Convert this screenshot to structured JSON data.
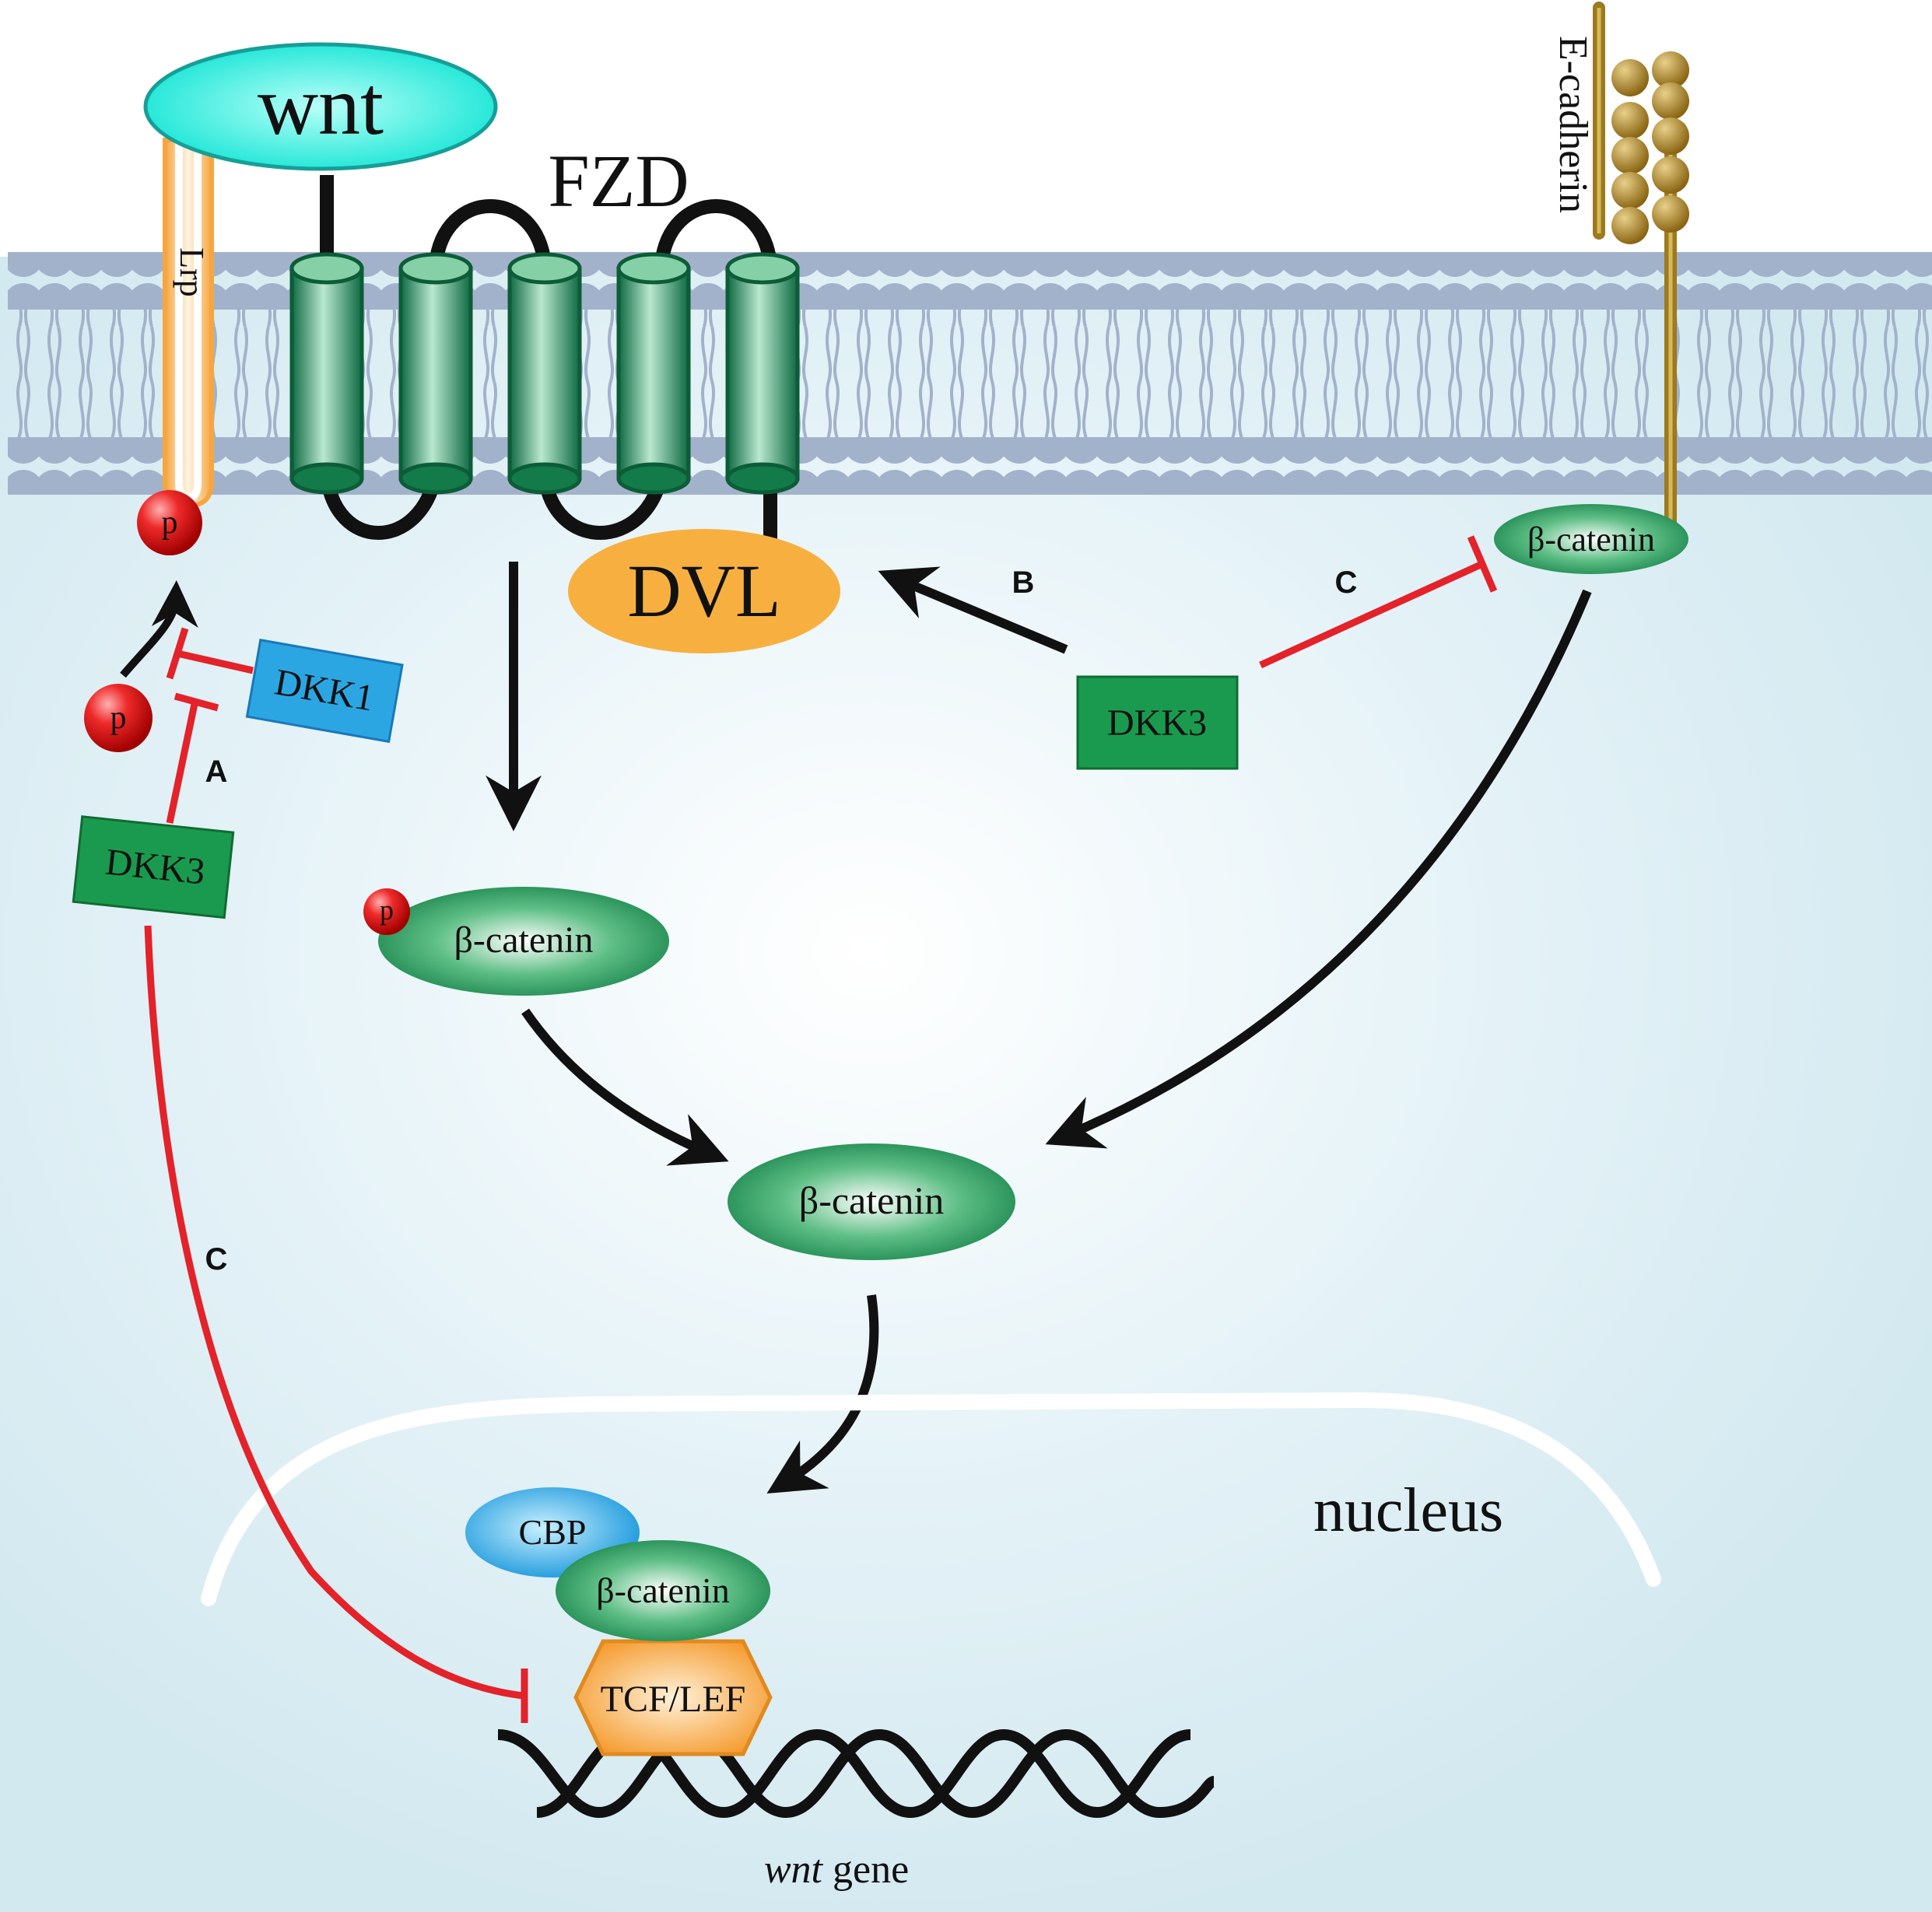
{
  "labels": {
    "wnt": "wnt",
    "fzd": "FZD",
    "lrp": "Lrp",
    "e_cadherin": "E-cadherin",
    "dvl": "DVL",
    "p_lrp": "p",
    "p_free": "p",
    "p_bcat": "p",
    "dkk1": "DKK1",
    "dkk3_left": "DKK3",
    "dkk3_right": "DKK3",
    "bcat_membrane": "β-catenin",
    "bcat_phospho": "β-catenin",
    "bcat_center": "β-catenin",
    "bcat_nucleus": "β-catenin",
    "cbp": "CBP",
    "tcf_lef": "TCF/LEF",
    "nucleus": "nucleus",
    "gene_italic": "wnt",
    "gene_suffix": " gene"
  },
  "pathway_letters": {
    "a": "A",
    "b": "B",
    "c_top": "C",
    "c_left": "C"
  },
  "colors": {
    "background": "#d5ebf2",
    "membrane_head": "#a3b2cb",
    "wnt_fill": "#2ff0e0",
    "receptor_green": "#1f8a5a",
    "dkk3_green": "#1a9a4e",
    "dkk1_blue": "#2ba6e2",
    "dvl_orange": "#f7b040",
    "lrp_orange": "#f8b04a",
    "phospho_red": "#e02020",
    "inhibit_red": "#e3222a",
    "cadherin_gold": "#9c7a1f",
    "cbp_blue": "#1fa0e0",
    "tcf_orange": "#f7a33a"
  }
}
